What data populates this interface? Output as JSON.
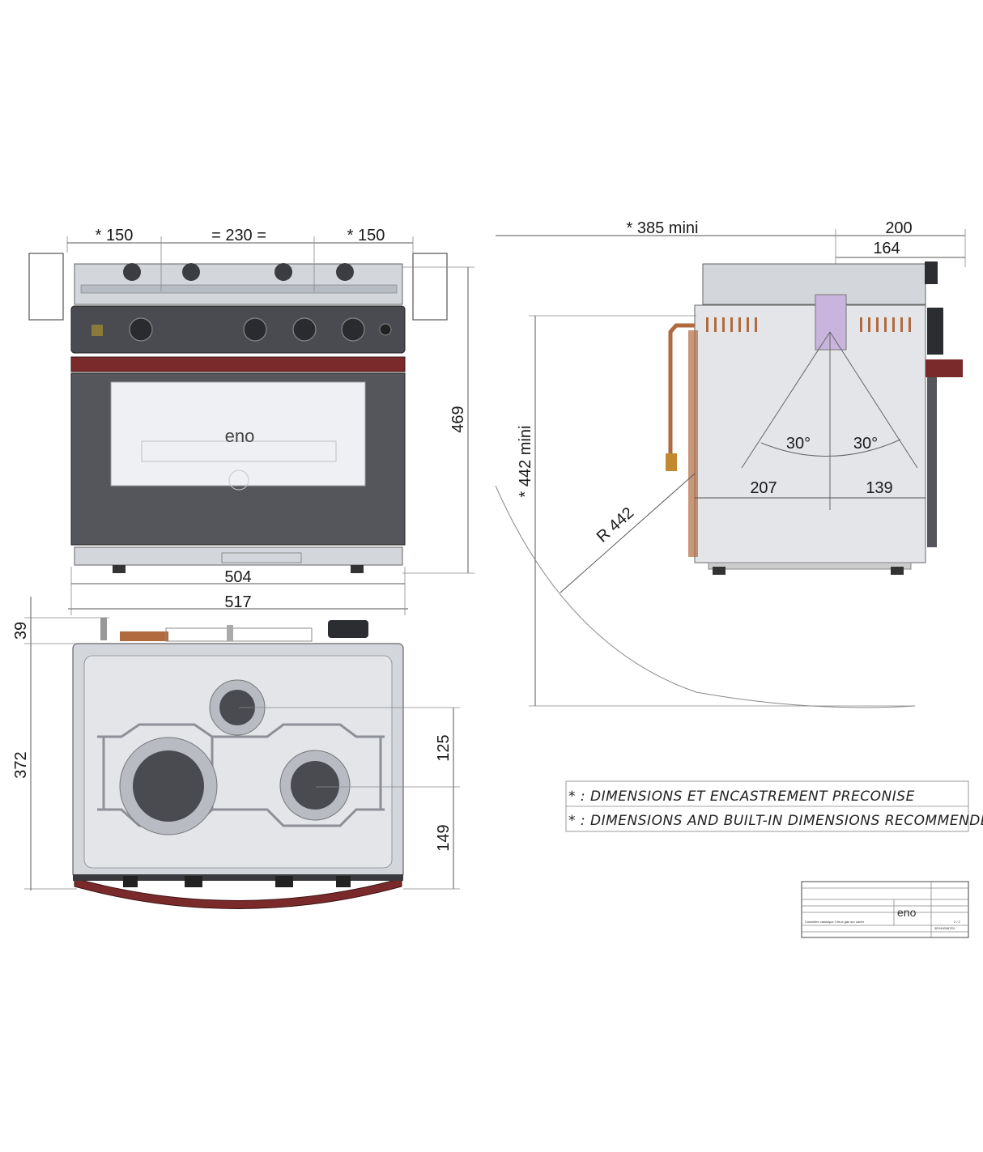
{
  "brand": "eno",
  "front_view": {
    "top_dims": [
      "* 150",
      "= 230 =",
      "* 150"
    ],
    "height_dim": "469",
    "width_inner": "504",
    "width_outer": "517"
  },
  "top_view": {
    "left_dims": [
      "39",
      "372"
    ],
    "right_dims": [
      "125",
      "149"
    ]
  },
  "side_view": {
    "top_dims": [
      "* 385  mini",
      "200",
      "164"
    ],
    "angles": [
      "30°",
      "30°"
    ],
    "depth_dims": [
      "207",
      "139"
    ],
    "vertical_dim": "* 442  mini",
    "radius_dim": "R 442"
  },
  "notes": [
    "* : DIMENSIONS ET ENCASTREMENT PRECONISE",
    "* : DIMENSIONS AND BUILT-IN DIMENSIONS RECOMMENDED"
  ],
  "title_block": {
    "logo": "eno",
    "description": "Cuisinière classique 3 feux gaz sur carter",
    "drawing_number": "3E0490087E0",
    "sheet": "2 / 2"
  },
  "colors": {
    "steel": "#c9ccd2",
    "dark_panel": "#4a4b50",
    "door_red": "#7a2a2a",
    "copper": "#b06a3e",
    "glass": "#eef0f3"
  }
}
